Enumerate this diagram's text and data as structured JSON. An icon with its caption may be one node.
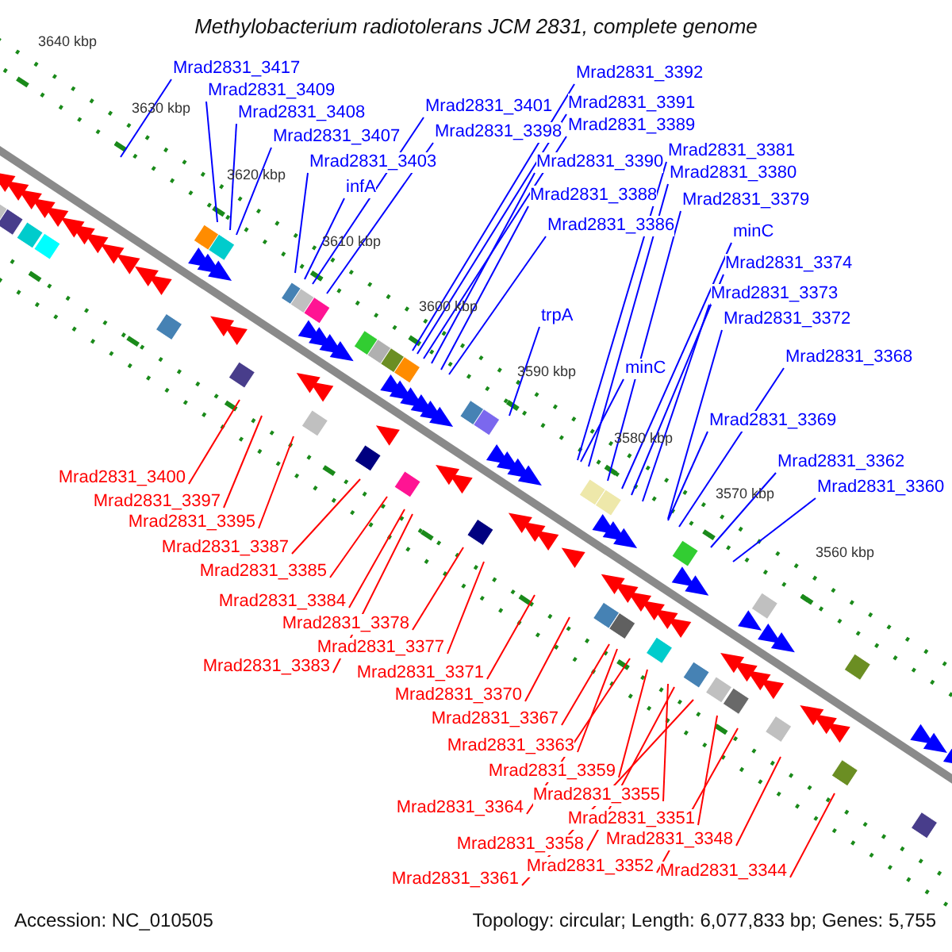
{
  "diagram": {
    "title": "Methylobacterium radiotolerans JCM 2831, complete genome",
    "nodes": [
      {
        "text": [
          "Mrad2831_3417"
        ]
      },
      {
        "text": [
          "Mrad2831_3409"
        ]
      },
      {
        "text": [
          "Mrad2831_3408"
        ]
      },
      {
        "text": [
          "Mrad2831_3407"
        ]
      },
      {
        "text": [
          "Mrad2831_3403"
        ]
      },
      {
        "text": [
          "infA"
        ]
      },
      {
        "text": [
          "Mrad2831_3401"
        ]
      },
      {
        "text": [
          "Mrad2831_3398"
        ]
      },
      {
        "text": [
          "Mrad2831_3392"
        ]
      },
      {
        "text": [
          "Mrad2831_3391"
        ]
      },
      {
        "text": [
          "Mrad2831_3389"
        ]
      },
      {
        "text": [
          "Mrad2831_3390"
        ]
      },
      {
        "text": [
          "Mrad2831_3381"
        ]
      },
      {
        "text": [
          "Mrad2831_3380"
        ]
      },
      {
        "text": [
          "Mrad2831_3388"
        ]
      },
      {
        "text": [
          "Mrad2831_3379"
        ]
      },
      {
        "text": [
          "Mrad2831_3386"
        ]
      },
      {
        "text": [
          "minC"
        ]
      },
      {
        "text": [
          "Mrad2831_3374"
        ]
      },
      {
        "text": [
          "Mrad2831_3373"
        ]
      },
      {
        "text": [
          "Mrad2831_3372"
        ]
      },
      {
        "text": [
          "trpA"
        ]
      },
      {
        "text": [
          "minC"
        ]
      },
      {
        "text": [
          "Mrad2831_3368"
        ]
      },
      {
        "text": [
          "Mrad2831_3369"
        ]
      },
      {
        "text": [
          "Mrad2831_3362"
        ]
      },
      {
        "text": [
          "Mrad2831_3360"
        ]
      },
      {
        "text": [
          "Mrad2831_3400"
        ]
      },
      {
        "text": [
          "Mrad2831_3397"
        ]
      },
      {
        "text": [
          "Mrad2831_3395"
        ]
      },
      {
        "text": [
          "Mrad2831_3387"
        ]
      },
      {
        "text": [
          "Mrad2831_3385"
        ]
      },
      {
        "text": [
          "Mrad2831_3384"
        ]
      },
      {
        "text": [
          "Mrad2831_3378"
        ]
      },
      {
        "text": [
          "Mrad2831_3377"
        ]
      },
      {
        "text": [
          "Mrad2831_3383"
        ]
      },
      {
        "text": [
          "Mrad2831_3371"
        ]
      },
      {
        "text": [
          "Mrad2831_3370"
        ]
      },
      {
        "text": [
          "Mrad2831_3367"
        ]
      },
      {
        "text": [
          "Mrad2831_3363"
        ]
      },
      {
        "text": [
          "Mrad2831_3359"
        ]
      },
      {
        "text": [
          "Mrad2831_3355"
        ]
      },
      {
        "text": [
          "Mrad2831_3364"
        ]
      },
      {
        "text": [
          "Mrad2831_3351"
        ]
      },
      {
        "text": [
          "Mrad2831_3358"
        ]
      },
      {
        "text": [
          "Mrad2831_3348"
        ]
      },
      {
        "text": [
          "Mrad2831_3352"
        ]
      },
      {
        "text": [
          "Mrad2831_3344"
        ]
      },
      {
        "text": [
          "Mrad2831_3361"
        ]
      }
    ],
    "edges": [
      {
        "from": 0,
        "to": null,
        "arrow": "none"
      },
      {
        "from": 1,
        "to": null,
        "arrow": "none"
      },
      {
        "from": 2,
        "to": null,
        "arrow": "none"
      },
      {
        "from": 3,
        "to": null,
        "arrow": "none"
      },
      {
        "from": 4,
        "to": null,
        "arrow": "none"
      },
      {
        "from": 5,
        "to": null,
        "arrow": "none"
      },
      {
        "from": 6,
        "to": null,
        "arrow": "none"
      },
      {
        "from": 7,
        "to": null,
        "arrow": "none"
      },
      {
        "from": 8,
        "to": null,
        "arrow": "none"
      },
      {
        "from": 9,
        "to": null,
        "arrow": "none"
      },
      {
        "from": 10,
        "to": null,
        "arrow": "none"
      },
      {
        "from": 11,
        "to": null,
        "arrow": "none"
      },
      {
        "from": 12,
        "to": null,
        "arrow": "none"
      },
      {
        "from": 13,
        "to": null,
        "arrow": "none"
      },
      {
        "from": 14,
        "to": null,
        "arrow": "none"
      },
      {
        "from": 15,
        "to": null,
        "arrow": "none"
      },
      {
        "from": 16,
        "to": null,
        "arrow": "none"
      },
      {
        "from": 17,
        "to": null,
        "arrow": "none"
      },
      {
        "from": 18,
        "to": null,
        "arrow": "none"
      },
      {
        "from": 19,
        "to": null,
        "arrow": "none"
      },
      {
        "from": 20,
        "to": null,
        "arrow": "none"
      },
      {
        "from": 21,
        "to": null,
        "arrow": "none"
      },
      {
        "from": 22,
        "to": null,
        "arrow": "none"
      },
      {
        "from": 23,
        "to": null,
        "arrow": "none"
      },
      {
        "from": 24,
        "to": null,
        "arrow": "none"
      },
      {
        "from": 25,
        "to": null,
        "arrow": "none"
      },
      {
        "from": 26,
        "to": null,
        "arrow": "none"
      },
      {
        "from": 27,
        "to": null,
        "arrow": "none",
        "color": "#ff0000"
      },
      {
        "from": 28,
        "to": null,
        "arrow": "none",
        "color": "#ff0000"
      },
      {
        "from": 29,
        "to": null,
        "arrow": "none",
        "color": "#ff0000"
      },
      {
        "from": 30,
        "to": null,
        "arrow": "none",
        "color": "#ff0000"
      },
      {
        "from": 31,
        "to": null,
        "arrow": "none",
        "color": "#ff0000"
      },
      {
        "from": 32,
        "to": null,
        "arrow": "none",
        "color": "#ff0000"
      },
      {
        "from": 33,
        "to": null,
        "arrow": "none",
        "color": "#ff0000"
      },
      {
        "from": 34,
        "to": null,
        "arrow": "none",
        "color": "#ff0000"
      },
      {
        "from": 35,
        "to": null,
        "arrow": "none",
        "color": "#ff0000"
      },
      {
        "from": 36,
        "to": null,
        "arrow": "none",
        "color": "#ff0000"
      },
      {
        "from": 37,
        "to": null,
        "arrow": "none",
        "color": "#ff0000"
      },
      {
        "from": 38,
        "to": null,
        "arrow": "none",
        "color": "#ff0000"
      },
      {
        "from": 39,
        "to": null,
        "arrow": "none",
        "color": "#ff0000"
      },
      {
        "from": 40,
        "to": null,
        "arrow": "none",
        "color": "#ff0000"
      },
      {
        "from": 41,
        "to": null,
        "arrow": "none",
        "color": "#ff0000"
      },
      {
        "from": 42,
        "to": null,
        "arrow": "none",
        "color": "#ff0000"
      },
      {
        "from": 43,
        "to": null,
        "arrow": "none",
        "color": "#ff0000"
      },
      {
        "from": 44,
        "to": null,
        "arrow": "none",
        "color": "#ff0000"
      },
      {
        "from": 45,
        "to": null,
        "arrow": "none",
        "color": "#ff0000"
      },
      {
        "from": 46,
        "to": null,
        "arrow": "none",
        "color": "#ff0000"
      },
      {
        "from": 47,
        "to": null,
        "arrow": "none",
        "color": "#ff0000"
      },
      {
        "from": 48,
        "to": null,
        "arrow": "none",
        "color": "#ff0000"
      }
    ],
    "labels": [
      "3640 kbp",
      "3630 kbp",
      "3620 kbp",
      "3610 kbp",
      "3600 kbp",
      "3590 kbp",
      "3580 kbp",
      "3570 kbp",
      "3560 kbp",
      "Accession: NC_010505",
      "Topology: circular; Length: 6,077,833 bp; Genes: 5,755"
    ]
  }
}
